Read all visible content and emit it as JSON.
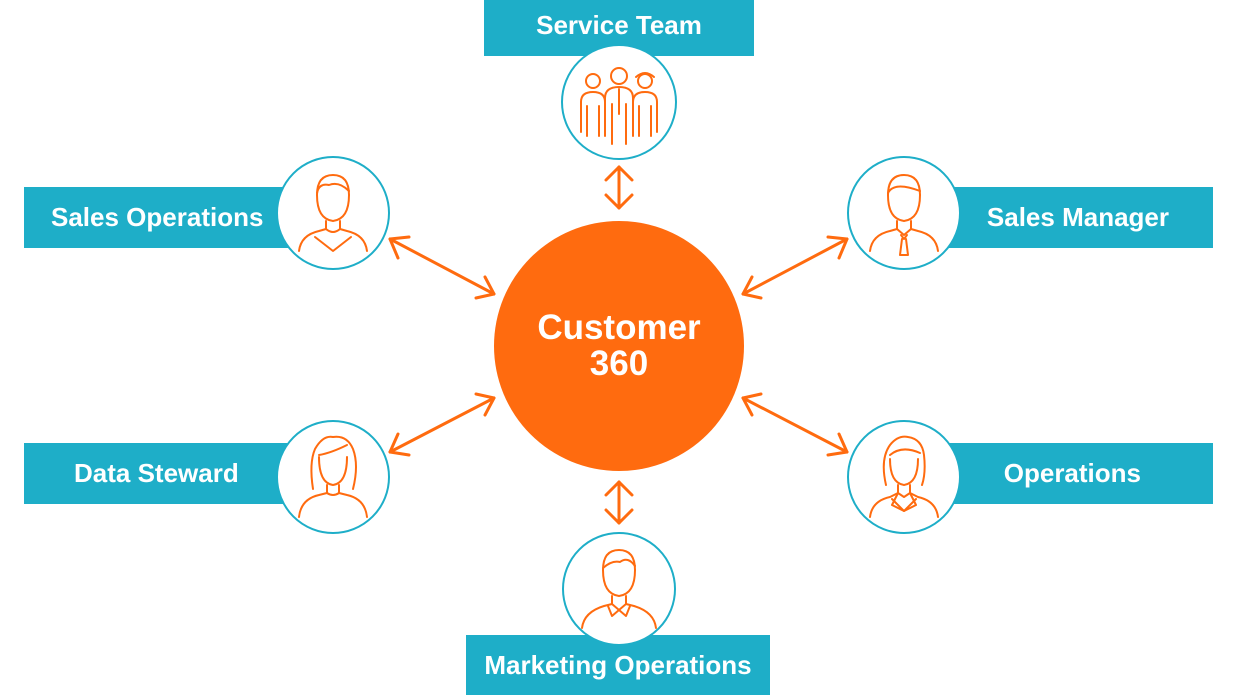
{
  "colors": {
    "accent_teal": "#1eaec8",
    "accent_orange": "#ff6b0f",
    "text_on_color": "#ffffff"
  },
  "center": {
    "line1": "Customer",
    "line2": "360"
  },
  "roles": [
    {
      "id": "service-team",
      "label": "Service Team",
      "icon": "team-group-icon"
    },
    {
      "id": "sales-operations",
      "label": "Sales Operations",
      "icon": "man-avatar-icon"
    },
    {
      "id": "sales-manager",
      "label": "Sales Manager",
      "icon": "man-with-tie-avatar-icon"
    },
    {
      "id": "data-steward",
      "label": "Data Steward",
      "icon": "woman-avatar-icon"
    },
    {
      "id": "operations",
      "label": "Operations",
      "icon": "woman-with-collar-avatar-icon"
    },
    {
      "id": "marketing-operations",
      "label": "Marketing Operations",
      "icon": "man-with-collar-avatar-icon"
    }
  ],
  "connectors": "bidirectional-arrow-icon"
}
